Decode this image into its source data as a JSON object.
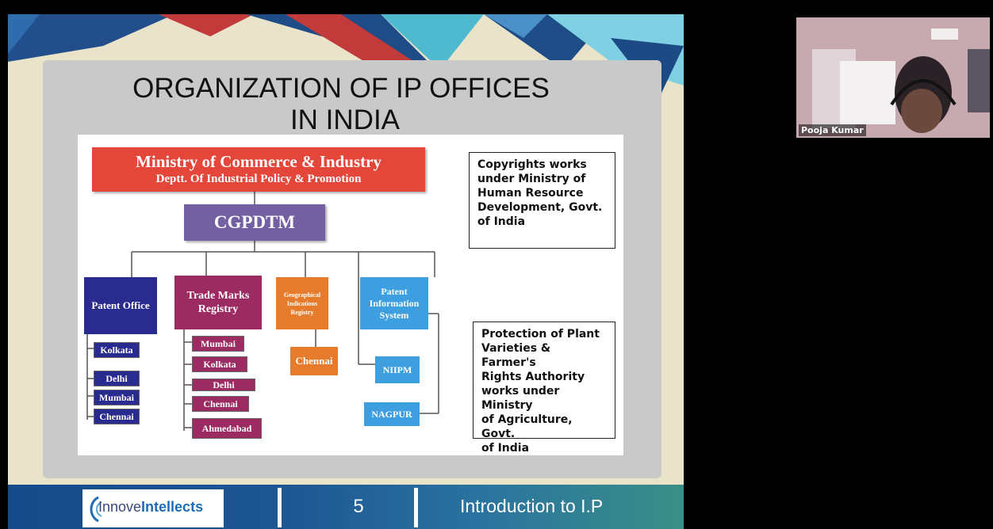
{
  "slide": {
    "title_line1": "ORGANIZATION OF IP OFFICES",
    "title_line2": "IN INDIA",
    "ministry": {
      "line1": "Ministry of Commerce & Industry",
      "line2": "Deptt. Of Industrial Policy & Promotion"
    },
    "cgpdtm": "CGPDTM",
    "branches": {
      "patent_office": "Patent Office",
      "tm_registry_line1": "Trade Marks",
      "tm_registry_line2": "Registry",
      "gi_line1": "Geographical",
      "gi_line2": "Indications",
      "gi_line3": "Registry",
      "pis_line1": "Patent",
      "pis_line2": "Information",
      "pis_line3": "System"
    },
    "patent_office_cities": [
      "Kolkata",
      "Delhi",
      "Mumbai",
      "Chennai"
    ],
    "tm_registry_cities": [
      "Mumbai",
      "Kolkata",
      "Delhi",
      "Chennai",
      "Ahmedabad"
    ],
    "gi_city": "Chennai",
    "pis_units": [
      "NIIPM",
      "NAGPUR"
    ],
    "notes": {
      "copyright_lines": [
        "Copyrights works",
        "under Ministry of",
        "Human Resource",
        "Development, Govt.",
        "of India"
      ],
      "ppv_lines": [
        "Protection of Plant",
        "Varieties & Farmer's",
        "Rights Authority",
        "works under Ministry",
        "of Agriculture, Govt.",
        "of India"
      ]
    },
    "footer": {
      "logo_prefix": "Innove",
      "logo_bold": "Intellects",
      "page_number": "5",
      "title": "Introduction to I.P"
    }
  },
  "webcam": {
    "participant_name": "Pooja Kumar"
  },
  "colors": {
    "ministry": "#e5463a",
    "cgpdtm": "#7360a3",
    "patent_office": "#2a2b8e",
    "tm_registry": "#9c2b61",
    "gi_registry": "#e67c2b",
    "pis": "#3d9ee0"
  }
}
